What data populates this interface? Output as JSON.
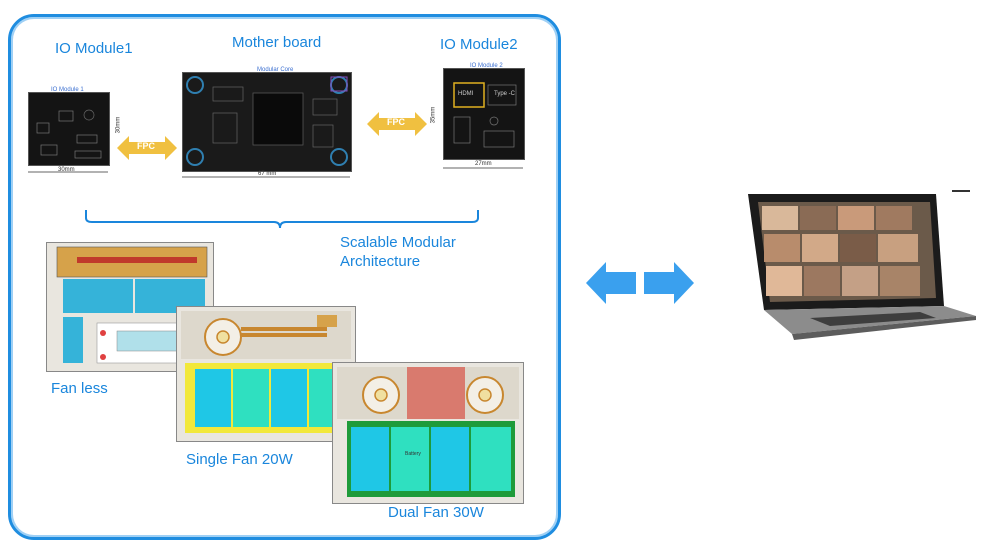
{
  "labels": {
    "io_module1": "IO Module1",
    "mother_board": "Mother board",
    "io_module2": "IO Module2",
    "scalable": "Scalable Modular",
    "architecture": "Architecture",
    "fan_less": "Fan less",
    "single_fan": "Single Fan 20W",
    "dual_fan": "Dual Fan 30W"
  },
  "boards": {
    "io1_title": "IO Module 1",
    "io1_width": "30mm",
    "io1_height": "30mm",
    "core_title": "Modular Core",
    "core_width": "67 mm",
    "io2_title": "IO Module 2",
    "io2_width": "27mm",
    "io2_height": "35mm",
    "io2_hdmi": "HDMI",
    "io2_typec": "Type -C"
  },
  "connectors": {
    "fpc_left": "FPC",
    "fpc_right": "FPC"
  },
  "layouts": {
    "battery": "Battery"
  },
  "colors": {
    "accent": "#1a86dc",
    "frame": "#1f8de0",
    "fpc": "#f0c040",
    "battery_cyan": "#1fc7e6",
    "battery_teal": "#2fe0c0",
    "heatpipe": "#c8872f"
  }
}
